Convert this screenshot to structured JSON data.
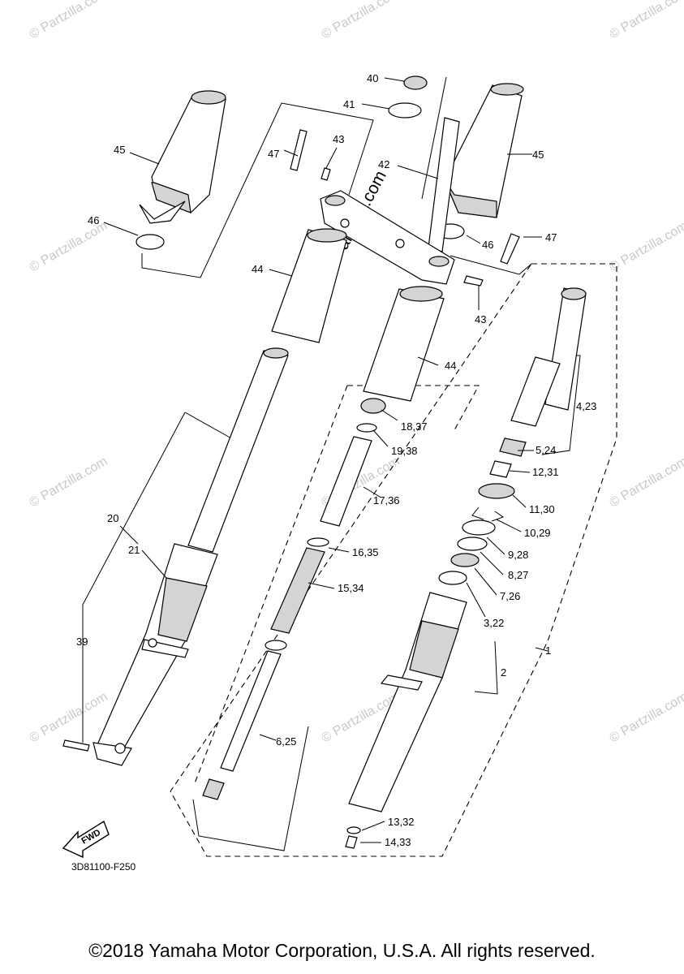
{
  "diagram": {
    "catalog_code": "3D81100-F250",
    "fwd_label": "FWD",
    "watermark": "© Partzilla.com",
    "watermark_center": "© Partzilla.com",
    "copyright": "©2018 Yamaha Motor Corporation, U.S.A. All rights reserved.",
    "callouts": [
      {
        "id": "c40",
        "text": "40"
      },
      {
        "id": "c41",
        "text": "41"
      },
      {
        "id": "c42",
        "text": "42"
      },
      {
        "id": "c43a",
        "text": "43"
      },
      {
        "id": "c43b",
        "text": "43"
      },
      {
        "id": "c44a",
        "text": "44"
      },
      {
        "id": "c44b",
        "text": "44"
      },
      {
        "id": "c45a",
        "text": "45"
      },
      {
        "id": "c45b",
        "text": "45"
      },
      {
        "id": "c46a",
        "text": "46"
      },
      {
        "id": "c46b",
        "text": "46"
      },
      {
        "id": "c47a",
        "text": "47"
      },
      {
        "id": "c47b",
        "text": "47"
      },
      {
        "id": "c1",
        "text": "1"
      },
      {
        "id": "c2",
        "text": "2"
      },
      {
        "id": "c3",
        "text": "3,22"
      },
      {
        "id": "c4",
        "text": "4,23"
      },
      {
        "id": "c5",
        "text": "5,24"
      },
      {
        "id": "c6",
        "text": "6,25"
      },
      {
        "id": "c7",
        "text": "7,26"
      },
      {
        "id": "c8",
        "text": "8,27"
      },
      {
        "id": "c9",
        "text": "9,28"
      },
      {
        "id": "c10",
        "text": "10,29"
      },
      {
        "id": "c11",
        "text": "11,30"
      },
      {
        "id": "c12",
        "text": "12,31"
      },
      {
        "id": "c13",
        "text": "13,32"
      },
      {
        "id": "c14",
        "text": "14,33"
      },
      {
        "id": "c15",
        "text": "15,34"
      },
      {
        "id": "c16",
        "text": "16,35"
      },
      {
        "id": "c17",
        "text": "17,36"
      },
      {
        "id": "c18",
        "text": "18,37"
      },
      {
        "id": "c19",
        "text": "19,38"
      },
      {
        "id": "c20",
        "text": "20"
      },
      {
        "id": "c21",
        "text": "21"
      },
      {
        "id": "c39",
        "text": "39"
      }
    ]
  }
}
